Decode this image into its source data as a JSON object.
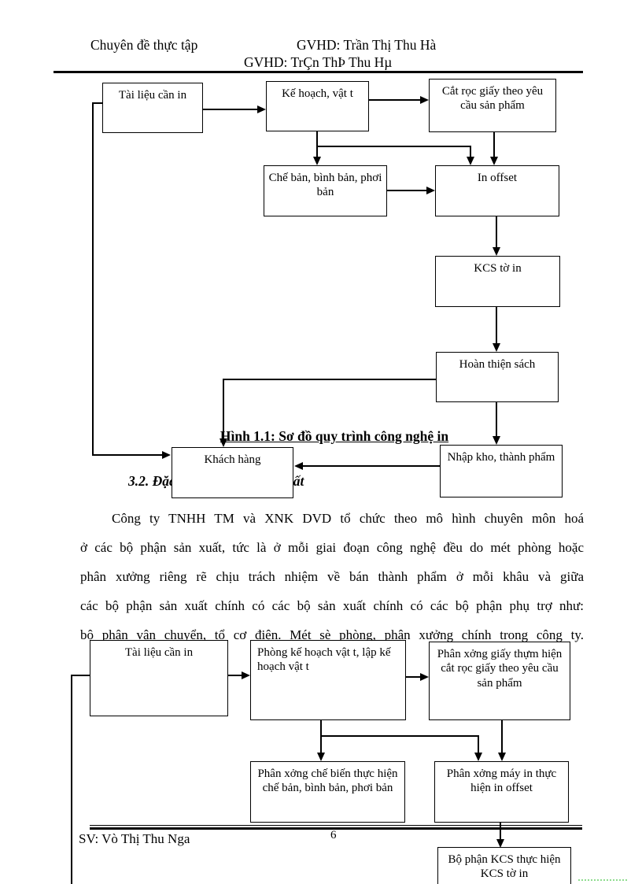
{
  "header": {
    "course_label": "Chuyên đề thực tập",
    "gvhd_line1": "GVHD: Trần Thị Thu Hà",
    "gvhd_line2": "GVHD: TrÇn ThÞ Thu Hµ"
  },
  "figure1": {
    "caption": "Hình 1.1: Sơ đồ quy trình công nghệ in",
    "nodes": {
      "tai_lieu": "Tài liệu cần in",
      "ke_hoach": "Kế hoạch, vật t",
      "cat_roc": "Cắt rọc giấy theo yêu cầu sản phẩm",
      "che_ban": "Chế bản, bình bản, phơi bản",
      "in_offset": "In offset",
      "kcs": "KCS tờ in",
      "hoan_thien": "Hoàn thiện sách",
      "nhap_kho": "Nhập kho, thành phẩm",
      "khach_hang": "Khách hàng"
    }
  },
  "section": {
    "heading": "3.2. Đặc điểm tổ chức sản xuất"
  },
  "body": {
    "paragraph_lines": [
      "Công ty TNHH TM và XNK DVD tổ chức theo mô hình chuyên môn hoá",
      "ở các bộ phận sản xuất, tức là ở mỗi giai đoạn công nghệ đều do mét phòng hoặc",
      "phân xưởng riêng rẽ chịu trách nhiệm về bán thành phẩm ở mỗi khâu và giữa",
      "các bộ phận sản xuất chính có các bộ sản xuất chính có các bộ phận phụ trợ như:",
      "bộ phận vận chuyển, tổ cơ điện. Mét sè phòng, phân xưởng chính trong công ty."
    ]
  },
  "figure2": {
    "nodes": {
      "tai_lieu": "Tài liệu cần in",
      "phong_ke_hoach": "Phòng kế hoạch vật t,  lập kế hoạch vật t",
      "px_giay": "Phân xởng  giấy thựm hiện cắt rọc giấy theo yêu cầu sản phẩm",
      "px_che_bien": "Phân xởng  chế biến thực hiện chế bản, bình bản, phơi bản",
      "px_may_in": "Phân xởng  máy in thực hiện in offset",
      "bp_kcs": "Bộ phận KCS thực hiện KCS tờ in"
    }
  },
  "footer": {
    "author": "SV: Vò Thị Thu Nga",
    "page_number": "6"
  }
}
